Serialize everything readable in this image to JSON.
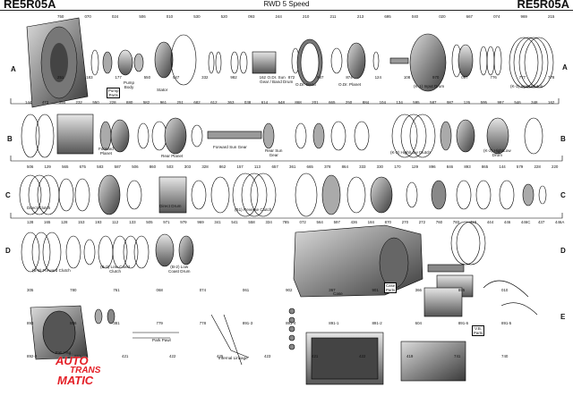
{
  "header": {
    "left_title": "RE5R05A",
    "center_title": "RWD 5 Speed",
    "right_title": "RE5R05A"
  },
  "rows": [
    "A",
    "B",
    "C",
    "D",
    "E"
  ],
  "labels": {
    "pump_parts": "Pump\nParts",
    "pump_body": "Pump\nBody",
    "stator": "Stator",
    "od_sun": "O.Dr. Sun\nGear / Band Drum",
    "od_band": "O.Dr. Band",
    "od_planet": "O.Dr. Planet",
    "k1_input_drum": "(K-1) Input Drum",
    "k1_input_clutch": "(K-1) Input Clutch",
    "forward_planet": "Forward\nPlanet",
    "rear_planet": "Rear Planet",
    "forward_sun": "Forward Sun Gear",
    "rear_sun": "Rear Sun\nGear",
    "k2_high_low_clutch": "(K-2) High/Low Clutch",
    "k2_high_low_drum": "(K-2) High/Low\nDrum",
    "direct_clutch": "Direct Clutch",
    "direct_drum": "Direct Drum",
    "b1_reverse_clutch": "(B1) Reverse Clutch",
    "b3_forward_clutch": "(B-3) Forward Clutch",
    "b2_low_coast_clutch": "(B-2) Low Coast\nClutch",
    "b2_low_coast_drum": "(B-2) Low\nCoast Drum",
    "case": "Case",
    "case_parts": "Case\nParts",
    "vb_parts": "V.B.\nParts",
    "ext_hsg": "Ext. Hsg.",
    "park_pawl": "Park Pawl",
    "internal_linkage": "Internal Linkage"
  },
  "part_numbers": {
    "row_a": [
      "750",
      "070",
      "024",
      "506",
      "010",
      "530",
      "520",
      "093",
      "244",
      "210",
      "211",
      "213",
      "695",
      "040",
      "020",
      "667",
      "074",
      "969",
      "215",
      "251",
      "183",
      "177",
      "550",
      "047",
      "332",
      "982",
      "162",
      "872",
      "987",
      "874",
      "124",
      "108",
      "970",
      "097",
      "776",
      "777",
      "778"
    ],
    "row_b": [
      "144",
      "473",
      "394",
      "232",
      "550",
      "228",
      "880",
      "582",
      "961",
      "251",
      "682",
      "612",
      "363",
      "038",
      "614",
      "648",
      "868",
      "201",
      "665",
      "250",
      "884",
      "104",
      "134",
      "595",
      "587",
      "987",
      "126",
      "595",
      "997",
      "546",
      "348",
      "162"
    ],
    "row_c": [
      "506",
      "129",
      "565",
      "675",
      "583",
      "587",
      "506",
      "860",
      "503",
      "303",
      "328",
      "862",
      "157",
      "113",
      "657",
      "361",
      "665",
      "378",
      "864",
      "333",
      "330",
      "170",
      "129",
      "896",
      "846",
      "893",
      "865",
      "144",
      "579",
      "228",
      "220"
    ],
    "row_d": [
      "128",
      "165",
      "128",
      "153",
      "193",
      "112",
      "133",
      "505",
      "971",
      "979",
      "969",
      "341",
      "541",
      "558",
      "334",
      "785",
      "072",
      "564",
      "597",
      "436",
      "184",
      "870",
      "270",
      "272",
      "760",
      "783",
      "410",
      "444",
      "446",
      "446C",
      "437",
      "446A"
    ],
    "row_e": [
      "305",
      "780",
      "761",
      "068",
      "074",
      "061",
      "902",
      "367",
      "901",
      "366",
      "895",
      "010",
      "893",
      "886",
      "381",
      "779",
      "778",
      "891-3",
      "891-4",
      "891-1",
      "891-2",
      "604",
      "891-6",
      "891-5",
      "892-3",
      "891",
      "421",
      "422",
      "425",
      "423",
      "421",
      "422",
      "419",
      "741",
      "740"
    ]
  },
  "logo": {
    "line1": "AUTO",
    "line2": "TRANS",
    "line3": "MATIC"
  }
}
